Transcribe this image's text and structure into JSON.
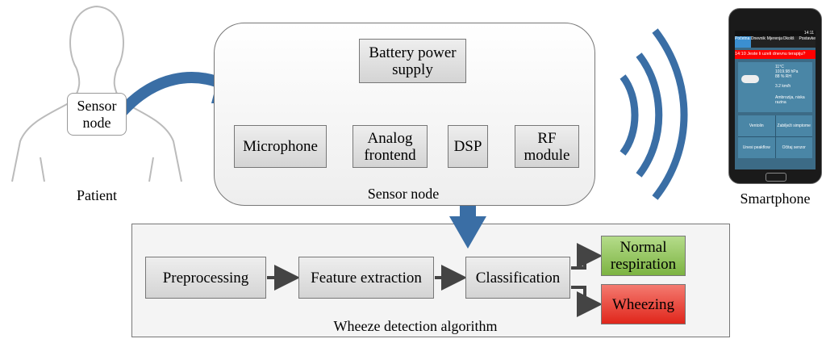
{
  "patient": {
    "label": "Patient",
    "sensor_label": "Sensor node"
  },
  "sensor_node": {
    "label": "Sensor node",
    "battery": "Battery power supply",
    "blocks": [
      "Microphone",
      "Analog frontend",
      "DSP",
      "RF module"
    ]
  },
  "algorithm": {
    "label": "Wheeze detection algorithm",
    "blocks": [
      "Preprocessing",
      "Feature extraction",
      "Classification"
    ],
    "outputs": {
      "normal": "Normal respiration",
      "wheezing": "Wheezing"
    }
  },
  "smartphone": {
    "label": "Smartphone",
    "status_time": "14:11",
    "tabs": [
      "Početna",
      "Dnevnik",
      "Mjerenja",
      "Okoliš",
      "Postavke"
    ],
    "alert": "14:10  Jeste li uzeli dnevnu terapiju?",
    "weather": [
      "11°C",
      "1019.98 hPa",
      "88 % RH",
      "3.2 km/h",
      "Ambrozija, niska razina"
    ],
    "buttons": [
      "Ventolin",
      "Zabilježi simptome",
      "Unesi peakflow",
      "Očitaj senzor"
    ]
  },
  "colors": {
    "arrow_blue": "#3a6ea5",
    "normal_green": "#8cc152",
    "wheezing_red": "#e8342b",
    "box_gray": "#dcdcdc"
  }
}
